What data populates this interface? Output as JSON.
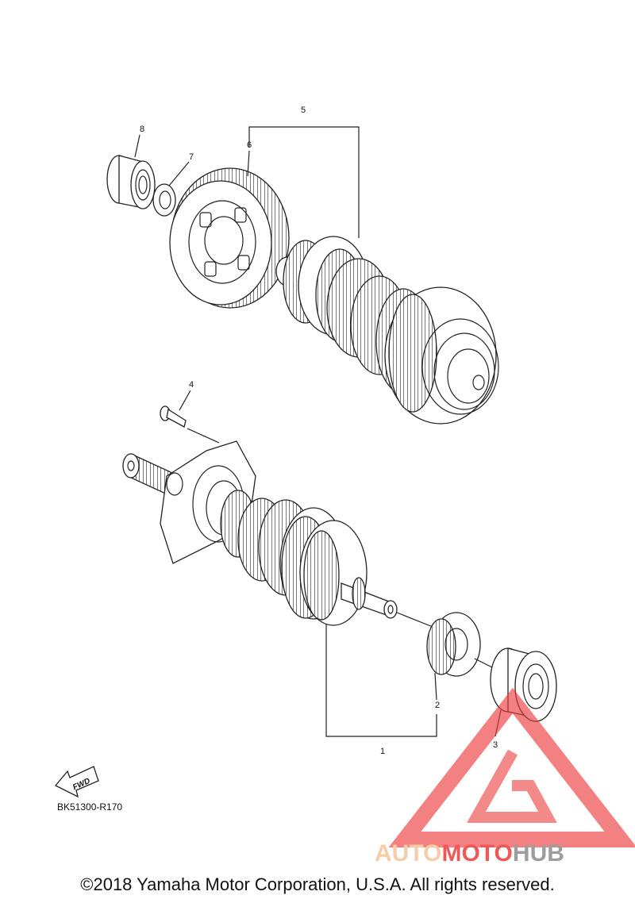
{
  "diagram": {
    "callouts": [
      "1",
      "2",
      "3",
      "4",
      "5",
      "6",
      "7",
      "8"
    ],
    "direction_marker": "FWD",
    "drawing_code": "BK51300-R170"
  },
  "watermark": {
    "brand_part1": "AUTO",
    "brand_part2": "MOTO",
    "brand_part3": "HUB",
    "color_light": "#f6c59a",
    "color_red": "#ee3a3a",
    "color_gray": "#8c8c8c"
  },
  "footer": {
    "copyright": "©2018 Yamaha Motor Corporation, U.S.A. All rights reserved."
  }
}
